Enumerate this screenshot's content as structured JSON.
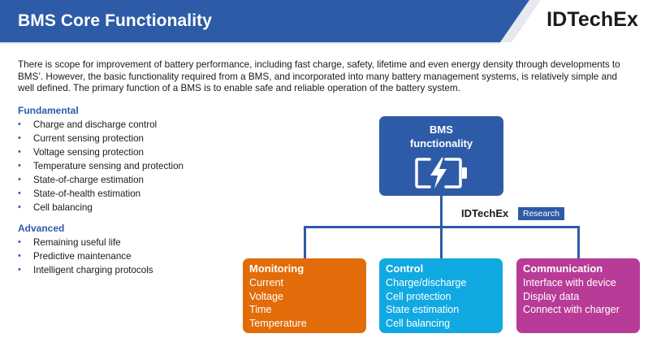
{
  "header": {
    "title": "BMS Core Functionality",
    "brand": "IDTechEx"
  },
  "intro": "There is scope for improvement of battery performance, including fast charge, safety, lifetime and even energy density through developments to BMS’. However, the basic functionality required from a BMS, and incorporated into many battery management systems, is relatively simple and well defined. The primary function of a BMS is to enable safe and reliable operation of the battery system.",
  "fundamental": {
    "heading": "Fundamental",
    "items": [
      "Charge and discharge control",
      "Current sensing protection",
      "Voltage sensing protection",
      "Temperature sensing and protection",
      "State-of-charge estimation",
      "State-of-health estimation",
      "Cell balancing"
    ]
  },
  "advanced": {
    "heading": "Advanced",
    "items": [
      "Remaining useful life",
      "Predictive maintenance",
      "Intelligent charging protocols"
    ]
  },
  "bullet_glyph": "•",
  "diagram": {
    "root": {
      "line1": "BMS",
      "line2": "functionality",
      "icon": "battery-charging-icon"
    },
    "badge": {
      "brand": "IDTechEx",
      "tag": "Research"
    },
    "categories": [
      {
        "title": "Monitoring",
        "items": [
          "Current",
          "Voltage",
          "Time",
          "Temperature"
        ],
        "color": "#e36c0a"
      },
      {
        "title": "Control",
        "items": [
          "Charge/discharge",
          "Cell protection",
          "State estimation",
          "Cell balancing"
        ],
        "color": "#11a9e2"
      },
      {
        "title": "Communication",
        "items": [
          "Interface with device",
          "Display data",
          "Connect with charger"
        ],
        "color": "#b83b97"
      }
    ]
  },
  "colors": {
    "brand_blue": "#2e5ba8",
    "banner_stripe": "#dfe3ea"
  }
}
